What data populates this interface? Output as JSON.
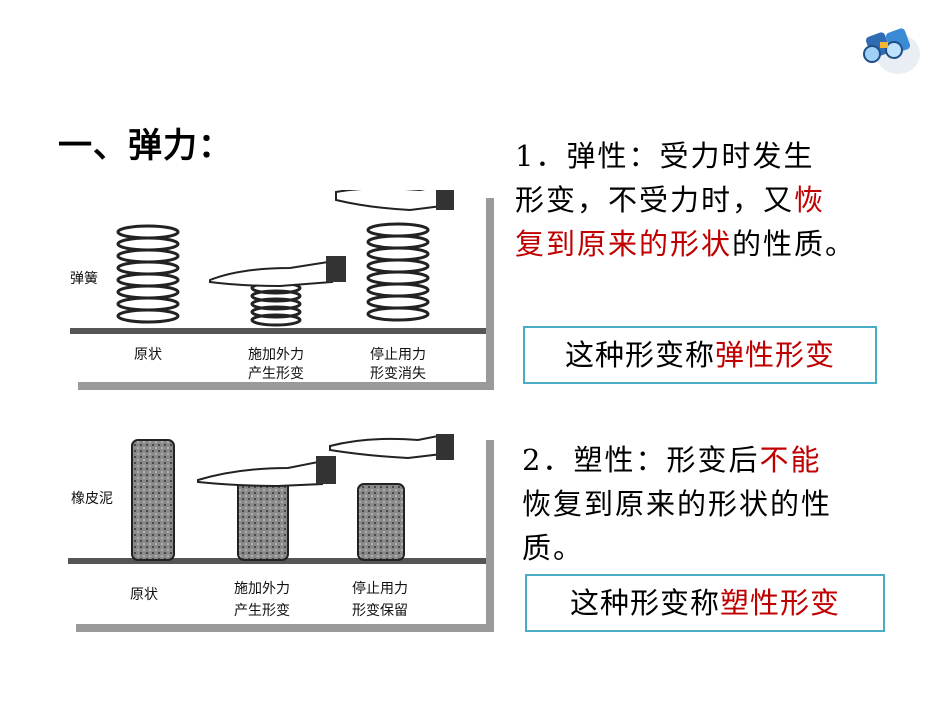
{
  "heading": "一、弹力：",
  "section1": {
    "line1": "1．弹性：受力时发生",
    "line2_a": "形变，不受力时，又",
    "line2_red": "恢",
    "line3_red": "复到原来的形状",
    "line3_b": "的性质。",
    "box_prefix": "这种形变称",
    "box_red": "弹性形变"
  },
  "section2": {
    "line1_a": "2．塑性：形变后",
    "line1_red": "不能",
    "line2": "恢复到原来的形状的性",
    "line3": "质。",
    "box_prefix": "这种形变称",
    "box_red": "塑性形变"
  },
  "figure1": {
    "side_label": "弹簧",
    "labels": [
      "原状",
      "施加外力",
      "产生形变",
      "停止用力",
      "形变消失"
    ]
  },
  "figure2": {
    "side_label": "橡皮泥",
    "labels": [
      "原状",
      "施加外力",
      "产生形变",
      "停止用力",
      "形变保留"
    ]
  },
  "colors": {
    "accent_red": "#c00000",
    "box_border": "#4aacc5"
  },
  "icons": [
    "binoculars-icon"
  ]
}
